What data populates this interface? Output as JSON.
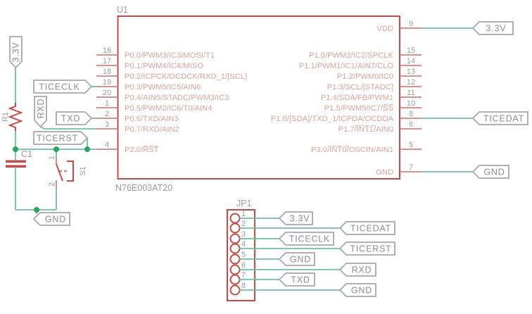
{
  "schematic": {
    "ic": {
      "refdes": "U1",
      "value": "N76E003AT20",
      "left_pins": [
        {
          "num": "16",
          "name": "P0.0/PWM3/IC3/MOSI/T1"
        },
        {
          "num": "17",
          "name": "P0.1/PWM4/IC4/MISO"
        },
        {
          "num": "18",
          "name": "P0.2/ICPCK/OCDCK/RXD_1/[SCL]"
        },
        {
          "num": "19",
          "name": "P0.3/PWM5/IC5/AIN6"
        },
        {
          "num": "20",
          "name": "P0.4/AIN5/STADC/PWM3/IC3"
        },
        {
          "num": "1",
          "name": "P0.5/PWM2/IC6/T0/AIN4"
        },
        {
          "num": "2",
          "name": "P0.6/TXD/AIN3"
        },
        {
          "num": "3",
          "name": "P0.7/RXD/AIN2"
        },
        {
          "num": "4",
          "name": "P2.0/R̅S̅T̅"
        }
      ],
      "right_pins": [
        {
          "num": "9",
          "name": "VDD"
        },
        {
          "num": "15",
          "name": "P1.0/PWM2/IC2/SPCLK"
        },
        {
          "num": "14",
          "name": "P1.1/PWM1/IC1/AIN7/CLO"
        },
        {
          "num": "13",
          "name": "P1.2/PWM0/IC0"
        },
        {
          "num": "12",
          "name": "P1.3/SCL/[STADC]"
        },
        {
          "num": "11",
          "name": "P1.4/SDA/FB/PWM1"
        },
        {
          "num": "10",
          "name": "P1.5/PWM5/IC7/S̅S̅"
        },
        {
          "num": "8",
          "name": "P1.6/[SDA]/TXD_1/ICPDA/OCDDA"
        },
        {
          "num": "6",
          "name": "P1.7/I̅N̅T̅1̅/AIN0"
        },
        {
          "num": "5",
          "name": "P3.0/I̅N̅T̅0̅/OSCIN/AIN1"
        },
        {
          "num": "7",
          "name": "GND"
        }
      ]
    },
    "power": {
      "supply_3v3": "3.3V",
      "gnd_left": "GND"
    },
    "passives": {
      "resistor_refdes": "R1",
      "capacitor_refdes": "C1",
      "switch_refdes": "S1",
      "switch_pin1": "1",
      "switch_pin2": "2"
    },
    "net_labels": {
      "ticeclk": "TICECLK",
      "rxd": "RXD",
      "txd": "TXD",
      "ticerst": "TICERST",
      "vdd_3v3_right": "3.3V",
      "ticedat_right": "TICEDAT",
      "gnd_right": "GND"
    },
    "connector": {
      "refdes": "JP1",
      "pins": [
        {
          "num": "1",
          "label": "3.3V"
        },
        {
          "num": "2",
          "label": "TICEDAT"
        },
        {
          "num": "3",
          "label": "TICECLK"
        },
        {
          "num": "4",
          "label": "TICERST"
        },
        {
          "num": "5",
          "label": "GND"
        },
        {
          "num": "6",
          "label": "RXD"
        },
        {
          "num": "7",
          "label": "TXD"
        },
        {
          "num": "8",
          "label": "GND"
        }
      ]
    },
    "colors": {
      "component_red": "#c94a44",
      "pin_stub_red": "#d5837c",
      "pin_name_text": "#dda39d",
      "net_green": "#69c2a7",
      "junction_green": "#2ca45e",
      "label_gray": "#8e8e8e",
      "outline_gray": "#a8a8a8",
      "background": "#ffffff"
    }
  }
}
